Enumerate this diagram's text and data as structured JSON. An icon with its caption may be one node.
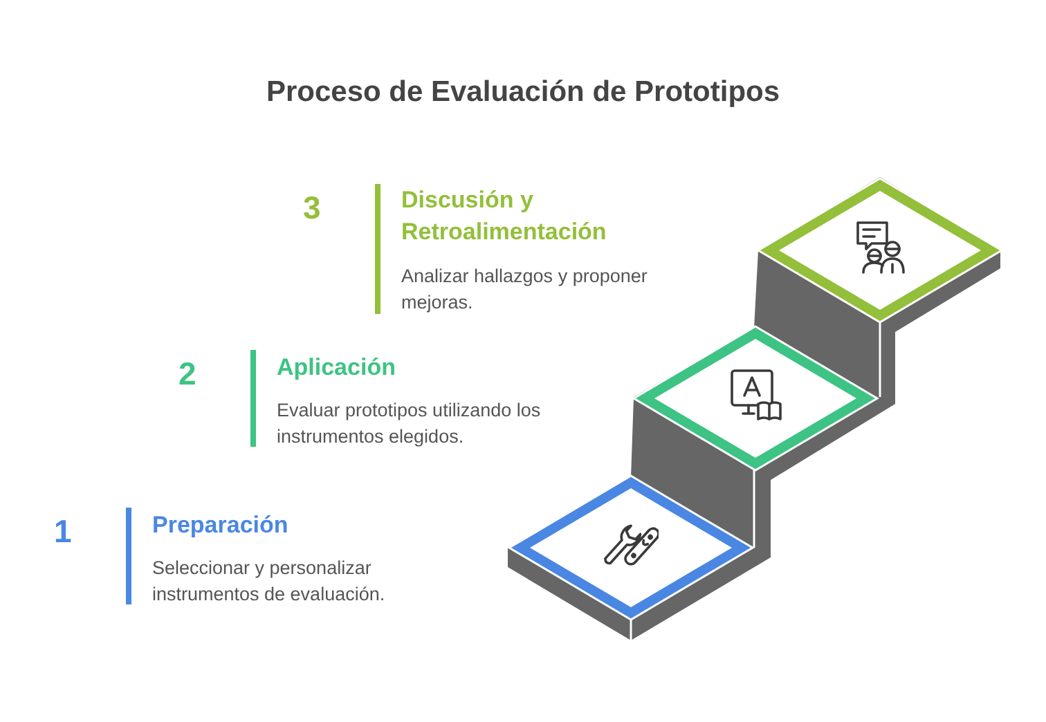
{
  "diagram": {
    "title": "Proceso de Evaluación de Prototipos",
    "labels": [
      "3",
      "Discusión y Retroalimentación",
      "Analizar hallazgos y proponer mejoras.",
      "2",
      "Aplicación",
      "Evaluar prototipos utilizando los instrumentos elegidos.",
      "1",
      "Preparación",
      "Seleccionar y personalizar instrumentos de evaluación."
    ]
  }
}
